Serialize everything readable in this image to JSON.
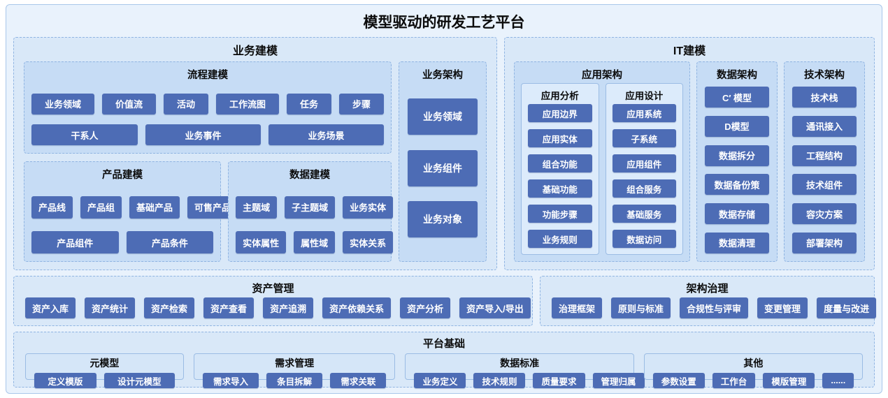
{
  "title": "模型驱动的研发工艺平台",
  "colors": {
    "chip": "#4d6cb5",
    "chip_text": "#ffffff",
    "frame_bg": "#e9f2fc",
    "section_bg": "#d9e8f8",
    "box_bg": "#c6dcf5",
    "subbox_bg": "#dcebfb",
    "border": "#8fb4e2"
  },
  "business_modeling": {
    "title": "业务建模",
    "process_modeling": {
      "title": "流程建模",
      "row1": [
        "业务领域",
        "价值流",
        "活动",
        "工作流图",
        "任务",
        "步骤"
      ],
      "row2": [
        "干系人",
        "业务事件",
        "业务场景"
      ]
    },
    "product_modeling": {
      "title": "产品建模",
      "row1": [
        "产品线",
        "产品组",
        "基础产品",
        "可售产品"
      ],
      "row2": [
        "产品组件",
        "产品条件"
      ]
    },
    "data_modeling": {
      "title": "数据建模",
      "row1": [
        "主题域",
        "子主题域",
        "业务实体"
      ],
      "row2": [
        "实体属性",
        "属性域",
        "实体关系"
      ]
    },
    "business_architecture": {
      "title": "业务架构",
      "items": [
        "业务领域",
        "业务组件",
        "业务对象"
      ]
    }
  },
  "it_modeling": {
    "title": "IT建模",
    "application_architecture": {
      "title": "应用架构",
      "analysis": {
        "title": "应用分析",
        "items": [
          "应用边界",
          "应用实体",
          "组合功能",
          "基础功能",
          "功能步骤",
          "业务规则"
        ]
      },
      "design": {
        "title": "应用设计",
        "items": [
          "应用系统",
          "子系统",
          "应用组件",
          "组合服务",
          "基础服务",
          "数据访问"
        ]
      }
    },
    "data_architecture": {
      "title": "数据架构",
      "items": [
        "C′ 模型",
        "D模型",
        "数据拆分",
        "数据备份策",
        "数据存储",
        "数据清理"
      ]
    },
    "technical_architecture": {
      "title": "技术架构",
      "items": [
        "技术栈",
        "通讯接入",
        "工程结构",
        "技术组件",
        "容灾方案",
        "部署架构"
      ]
    }
  },
  "asset_management": {
    "title": "资产管理",
    "items": [
      "资产入库",
      "资产统计",
      "资产检索",
      "资产查看",
      "资产追溯",
      "资产依赖关系",
      "资产分析",
      "资产导入/导出"
    ]
  },
  "architecture_governance": {
    "title": "架构治理",
    "items": [
      "治理框架",
      "原则与标准",
      "合规性与评审",
      "变更管理",
      "度量与改进"
    ]
  },
  "platform_foundation": {
    "title": "平台基础",
    "meta_model": {
      "title": "元模型",
      "items": [
        "定义模版",
        "设计元模型"
      ]
    },
    "requirement_management": {
      "title": "需求管理",
      "items": [
        "需求导入",
        "条目拆解",
        "需求关联"
      ]
    },
    "data_standard": {
      "title": "数据标准",
      "items": [
        "业务定义",
        "技术规则",
        "质量要求",
        "管理归属"
      ]
    },
    "others": {
      "title": "其他",
      "items": [
        "参数设置",
        "工作台",
        "模版管理",
        "......"
      ]
    }
  }
}
